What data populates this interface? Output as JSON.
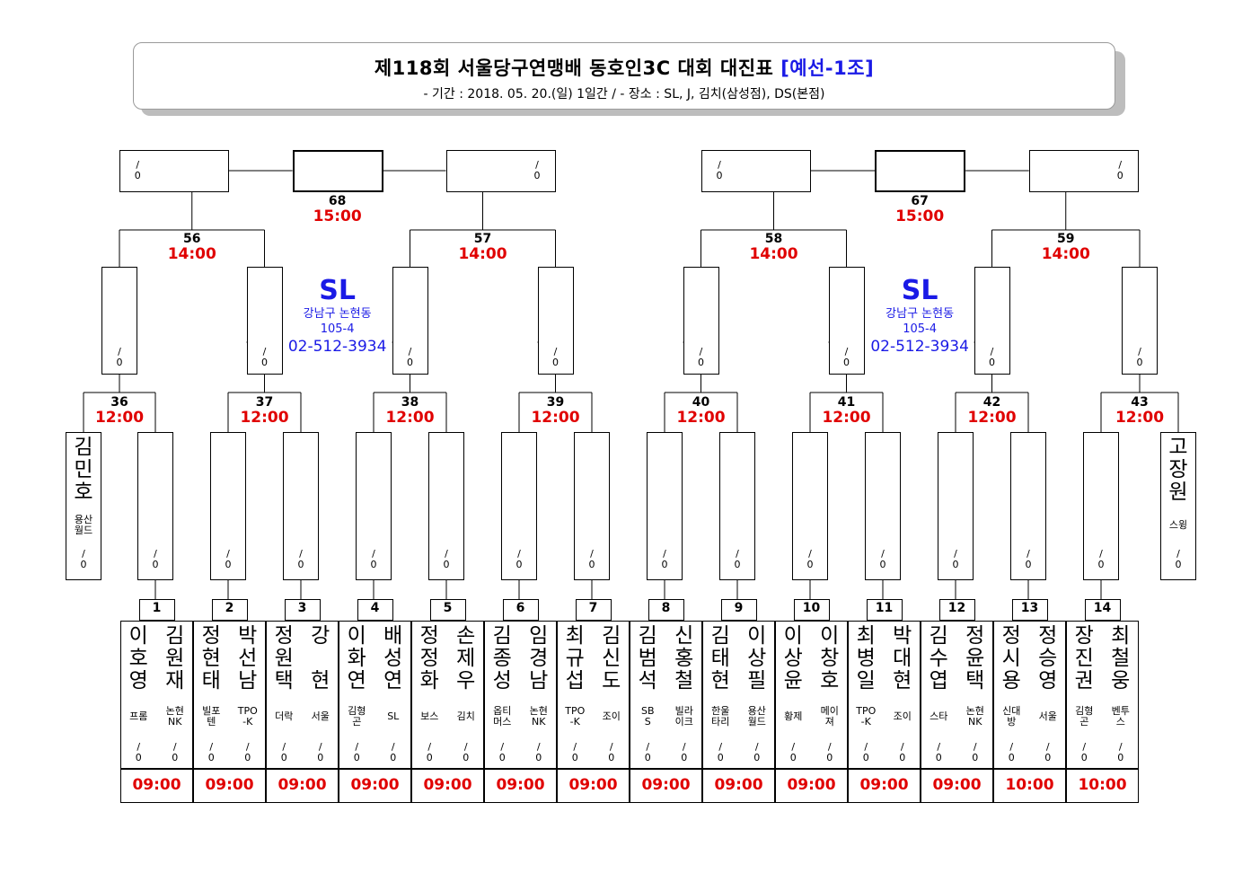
{
  "header": {
    "title_main": "제118회 서울당구연맹배 동호인3C 대회 대진표",
    "title_group": "[예선-1조]",
    "subtitle": "- 기간 : 2018. 05. 20.(일) 1일간 / - 장소 : SL, J, 김치(삼성점), DS(본점)"
  },
  "score_placeholder": {
    "top": "/",
    "bottom": "0"
  },
  "venues": [
    {
      "name": "SL",
      "address_line1": "강남구 논현동",
      "address_line2": "105-4",
      "phone": "02-512-3934"
    },
    {
      "name": "SL",
      "address_line1": "강남구 논현동",
      "address_line2": "105-4",
      "phone": "02-512-3934"
    }
  ],
  "finals": [
    {
      "number": "68",
      "time": "15:00"
    },
    {
      "number": "67",
      "time": "15:00"
    }
  ],
  "round3": [
    {
      "number": "56",
      "time": "14:00"
    },
    {
      "number": "57",
      "time": "14:00"
    },
    {
      "number": "58",
      "time": "14:00"
    },
    {
      "number": "59",
      "time": "14:00"
    }
  ],
  "round2": [
    {
      "number": "36",
      "time": "12:00"
    },
    {
      "number": "37",
      "time": "12:00"
    },
    {
      "number": "38",
      "time": "12:00"
    },
    {
      "number": "39",
      "time": "12:00"
    },
    {
      "number": "40",
      "time": "12:00"
    },
    {
      "number": "41",
      "time": "12:00"
    },
    {
      "number": "42",
      "time": "12:00"
    },
    {
      "number": "43",
      "time": "12:00"
    }
  ],
  "byes": [
    {
      "name": "김민호",
      "club": "용산월드"
    },
    {
      "name": "고장원",
      "club": "스윙"
    }
  ],
  "matches": [
    {
      "number": "1",
      "time": "09:00",
      "players": [
        {
          "name": "이호영",
          "club": "프롬"
        },
        {
          "name": "김원재",
          "club": "논현NK"
        }
      ]
    },
    {
      "number": "2",
      "time": "09:00",
      "players": [
        {
          "name": "정현태",
          "club": "빌포텐"
        },
        {
          "name": "박선남",
          "club": "TPO-K"
        }
      ]
    },
    {
      "number": "3",
      "time": "09:00",
      "players": [
        {
          "name": "정원택",
          "club": "더락"
        },
        {
          "name": "강 현",
          "club": "서울"
        }
      ]
    },
    {
      "number": "4",
      "time": "09:00",
      "players": [
        {
          "name": "이화연",
          "club": "김형곤"
        },
        {
          "name": "배성연",
          "club": "SL"
        }
      ]
    },
    {
      "number": "5",
      "time": "09:00",
      "players": [
        {
          "name": "정정화",
          "club": "보스"
        },
        {
          "name": "손제우",
          "club": "김치"
        }
      ]
    },
    {
      "number": "6",
      "time": "09:00",
      "players": [
        {
          "name": "김종성",
          "club": "옵티머스"
        },
        {
          "name": "임경남",
          "club": "논현NK"
        }
      ]
    },
    {
      "number": "7",
      "time": "09:00",
      "players": [
        {
          "name": "최규섭",
          "club": "TPO-K"
        },
        {
          "name": "김신도",
          "club": "조이"
        }
      ]
    },
    {
      "number": "8",
      "time": "09:00",
      "players": [
        {
          "name": "김범석",
          "club": "SBS"
        },
        {
          "name": "신홍철",
          "club": "빌라이크"
        }
      ]
    },
    {
      "number": "9",
      "time": "09:00",
      "players": [
        {
          "name": "김태현",
          "club": "한울타리"
        },
        {
          "name": "이상필",
          "club": "용산월드"
        }
      ]
    },
    {
      "number": "10",
      "time": "09:00",
      "players": [
        {
          "name": "이상윤",
          "club": "황제"
        },
        {
          "name": "이창호",
          "club": "메이져"
        }
      ]
    },
    {
      "number": "11",
      "time": "09:00",
      "players": [
        {
          "name": "최병일",
          "club": "TPO-K"
        },
        {
          "name": "박대현",
          "club": "조이"
        }
      ]
    },
    {
      "number": "12",
      "time": "09:00",
      "players": [
        {
          "name": "김수엽",
          "club": "스타"
        },
        {
          "name": "정윤택",
          "club": "논현NK"
        }
      ]
    },
    {
      "number": "13",
      "time": "10:00",
      "players": [
        {
          "name": "정시용",
          "club": "신대방"
        },
        {
          "name": "정승영",
          "club": "서울"
        }
      ]
    },
    {
      "number": "14",
      "time": "10:00",
      "players": [
        {
          "name": "장진권",
          "club": "김형곤"
        },
        {
          "name": "최철웅",
          "club": "벤투스"
        }
      ]
    }
  ]
}
